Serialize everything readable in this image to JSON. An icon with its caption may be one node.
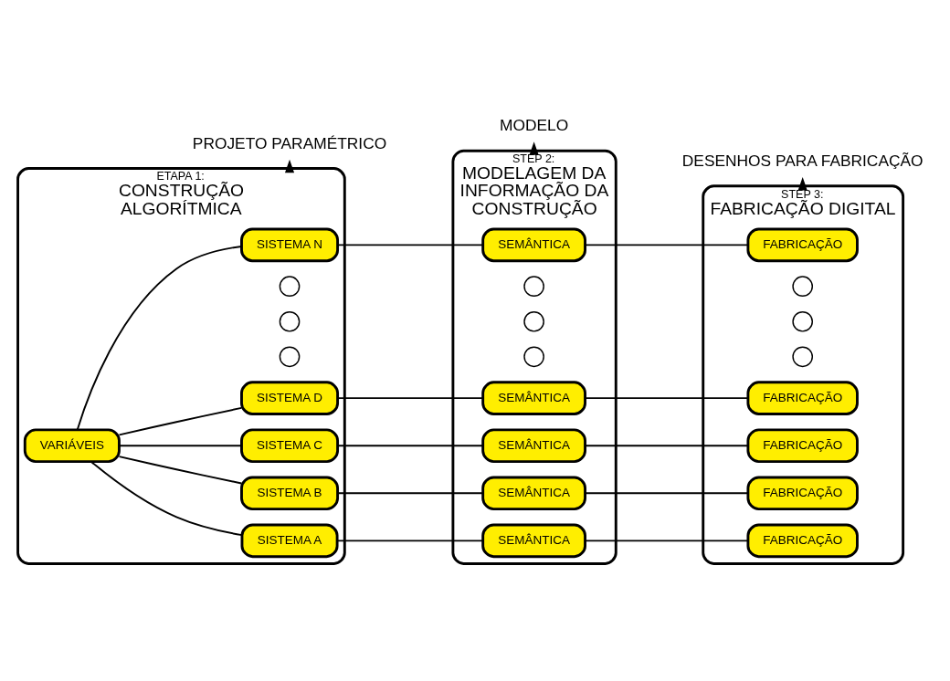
{
  "diagram": {
    "nodes": [
      {
        "text": [
          "ETAPA 1:",
          "CONSTRUÇÃO ALGORÍTMICA"
        ]
      },
      {
        "text": [
          "STEP 2:",
          "MODELAGEM DA INFORMAÇÃO DA CONSTRUÇÃO"
        ]
      },
      {
        "text": [
          "STEP 3:",
          "FABRICAÇÃO DIGITAL"
        ]
      },
      {
        "text": [
          "VARIÁVEIS"
        ],
        "in": 0
      },
      {
        "text": [
          "SISTEMA A"
        ],
        "in": 0
      },
      {
        "text": [
          "SISTEMA B"
        ],
        "in": 0
      },
      {
        "text": [
          "SISTEMA C"
        ],
        "in": 0
      },
      {
        "text": [
          "SISTEMA D"
        ],
        "in": 0
      },
      {
        "text": [],
        "shape": "circle",
        "in": 0
      },
      {
        "text": [],
        "shape": "circle",
        "in": 0
      },
      {
        "text": [],
        "shape": "circle",
        "in": 0
      },
      {
        "text": [
          "SISTEMA N"
        ],
        "in": 0
      },
      {
        "text": [
          "SEMÂNTICA"
        ],
        "in": 1
      },
      {
        "text": [
          "SEMÂNTICA"
        ],
        "in": 1
      },
      {
        "text": [
          "SEMÂNTICA"
        ],
        "in": 1
      },
      {
        "text": [
          "SEMÂNTICA"
        ],
        "in": 1
      },
      {
        "text": [],
        "shape": "circle",
        "in": 1
      },
      {
        "text": [],
        "shape": "circle",
        "in": 1
      },
      {
        "text": [],
        "shape": "circle",
        "in": 1
      },
      {
        "text": [
          "SEMÂNTICA"
        ],
        "in": 1
      },
      {
        "text": [
          "FABRICAÇÃO"
        ],
        "in": 2
      },
      {
        "text": [
          "FABRICAÇÃO"
        ],
        "in": 2
      },
      {
        "text": [
          "FABRICAÇÃO"
        ],
        "in": 2
      },
      {
        "text": [
          "FABRICAÇÃO"
        ],
        "in": 2
      },
      {
        "text": [],
        "shape": "circle",
        "in": 2
      },
      {
        "text": [],
        "shape": "circle",
        "in": 2
      },
      {
        "text": [],
        "shape": "circle",
        "in": 2
      },
      {
        "text": [
          "FABRICAÇÃO"
        ],
        "in": 2
      },
      {
        "text": [
          "PROJETO PARAMÉTRICO"
        ]
      },
      {
        "text": [
          "MODELO"
        ]
      },
      {
        "text": [
          "DESENHOS PARA FABRICAÇÃO"
        ]
      }
    ],
    "edges": [
      {
        "from": 3,
        "to": 4,
        "arrow": "none"
      },
      {
        "from": 3,
        "to": 5,
        "arrow": "none"
      },
      {
        "from": 3,
        "to": 6,
        "arrow": "none"
      },
      {
        "from": 3,
        "to": 7,
        "arrow": "none"
      },
      {
        "from": 3,
        "to": 11,
        "arrow": "none"
      },
      {
        "from": 4,
        "to": 12,
        "arrow": "none"
      },
      {
        "from": 5,
        "to": 13,
        "arrow": "none"
      },
      {
        "from": 6,
        "to": 14,
        "arrow": "none"
      },
      {
        "from": 7,
        "to": 15,
        "arrow": "none"
      },
      {
        "from": 11,
        "to": 19,
        "arrow": "none"
      },
      {
        "from": 12,
        "to": 20,
        "arrow": "none"
      },
      {
        "from": 13,
        "to": 21,
        "arrow": "none"
      },
      {
        "from": 14,
        "to": 22,
        "arrow": "none"
      },
      {
        "from": 15,
        "to": 23,
        "arrow": "none"
      },
      {
        "from": 19,
        "to": 27,
        "arrow": "none"
      },
      {
        "from": 0,
        "to": 28,
        "arrow": "to",
        "style": "dashed"
      },
      {
        "from": 1,
        "to": 29,
        "arrow": "to",
        "style": "dashed"
      },
      {
        "from": 2,
        "to": 30,
        "arrow": "to",
        "style": "dashed"
      }
    ]
  }
}
